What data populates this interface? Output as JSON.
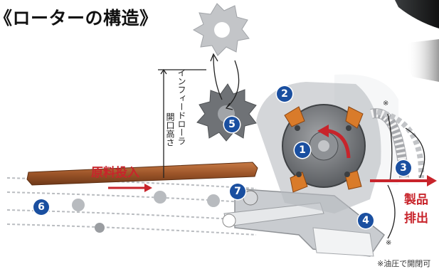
{
  "title": "《ローターの構造》",
  "infeed_label_1": "インフィードローラ",
  "infeed_label_2": "開口高さ",
  "material_input": "原料投入",
  "product_output_1": "製品",
  "product_output_2": "排出",
  "asterisk": "※",
  "footnote": "※油圧で開閉可",
  "badges": [
    "1",
    "2",
    "3",
    "4",
    "5",
    "6",
    "7"
  ],
  "colors": {
    "badge_blue": "#1a4fa0",
    "arrow_red": "#c8242b",
    "wood_brown": "#a0522d",
    "rotor_gray": "#7d7f82",
    "knife_orange": "#d97b2a"
  }
}
